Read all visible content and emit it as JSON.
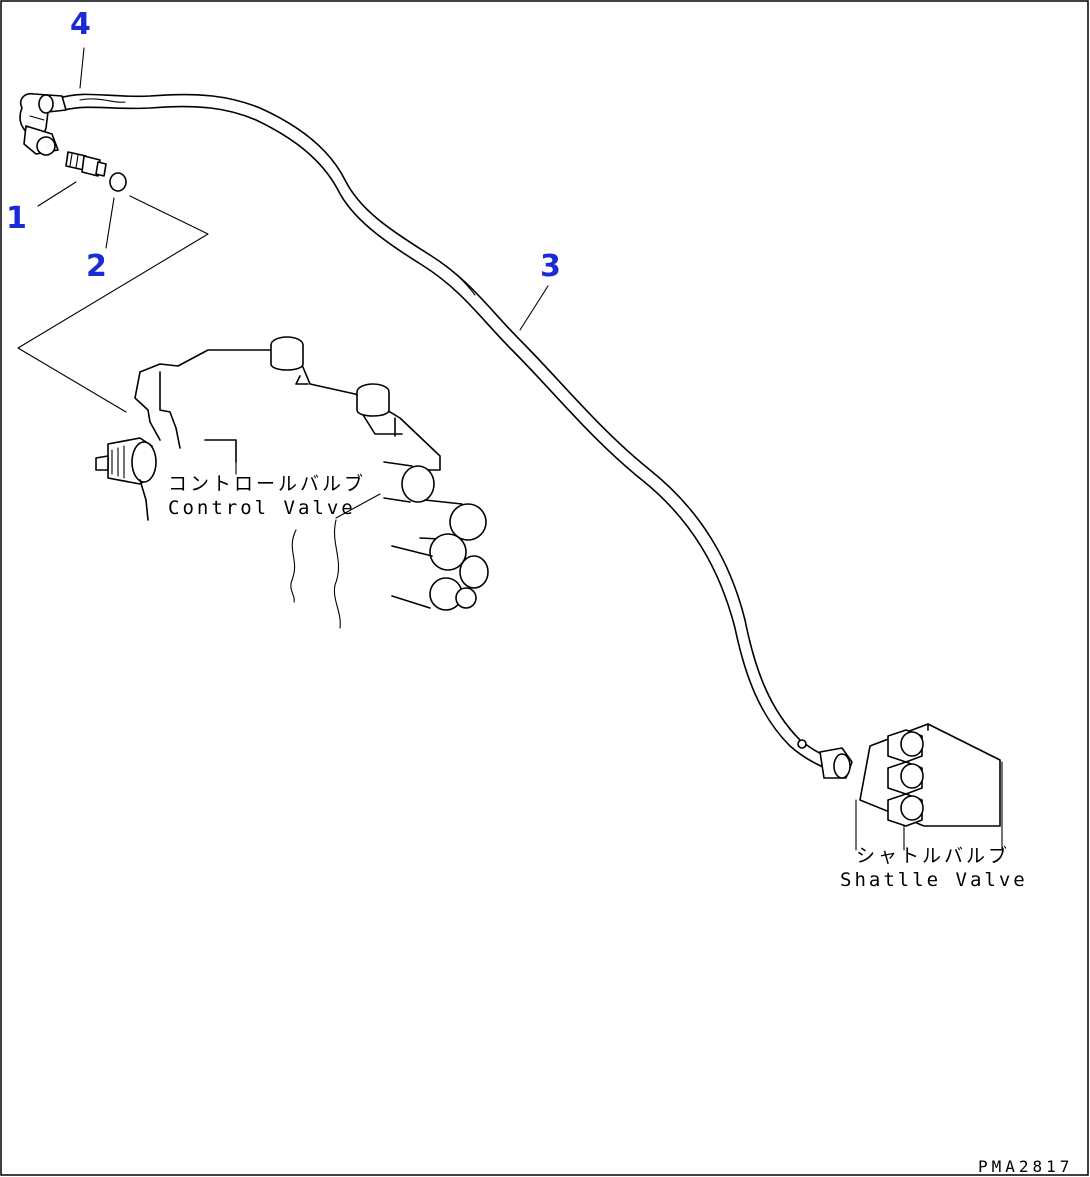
{
  "callouts": {
    "c1": "1",
    "c2": "2",
    "c3": "3",
    "c4": "4"
  },
  "labels": {
    "control_valve_jp": "コントロールバルブ",
    "control_valve_en": "Control Valve",
    "shuttle_valve_jp": "シャトルバルブ",
    "shuttle_valve_en": "Shatlle Valve"
  },
  "drawing_code": "PMA2817",
  "colors": {
    "callout": "#1a2bd6",
    "line": "#000000",
    "background": "#ffffff"
  }
}
